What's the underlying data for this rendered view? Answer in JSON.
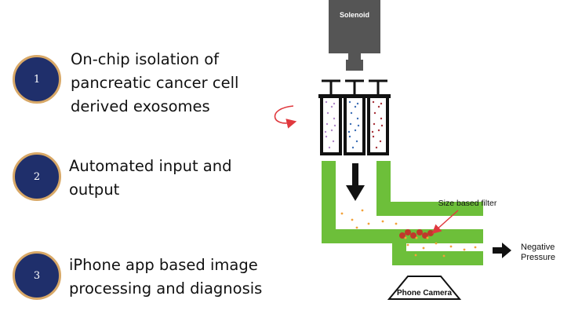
{
  "steps": [
    {
      "number": "1",
      "lines": [
        "On-chip isolation of",
        "pancreatic cancer cell",
        "derived exosomes"
      ]
    },
    {
      "number": "2",
      "lines": [
        "Automated input and",
        "output"
      ]
    },
    {
      "number": "3",
      "lines": [
        "iPhone app based image",
        "processing and diagnosis"
      ]
    }
  ],
  "diagram": {
    "solenoid_label": "Solenoid",
    "filter_label": "Size based filter",
    "pressure_label": [
      "Negative",
      "Pressure"
    ],
    "camera_label": "Phone Camera"
  },
  "colors": {
    "badge_fill": "#1f2f6b",
    "badge_ring": "#d8a867",
    "channel_green": "#6dbf3a",
    "solenoid_gray": "#555555",
    "rotation_arrow": "#e0393e",
    "particle_orange": "#f2a23a",
    "filter_cells": "#c0392b"
  }
}
